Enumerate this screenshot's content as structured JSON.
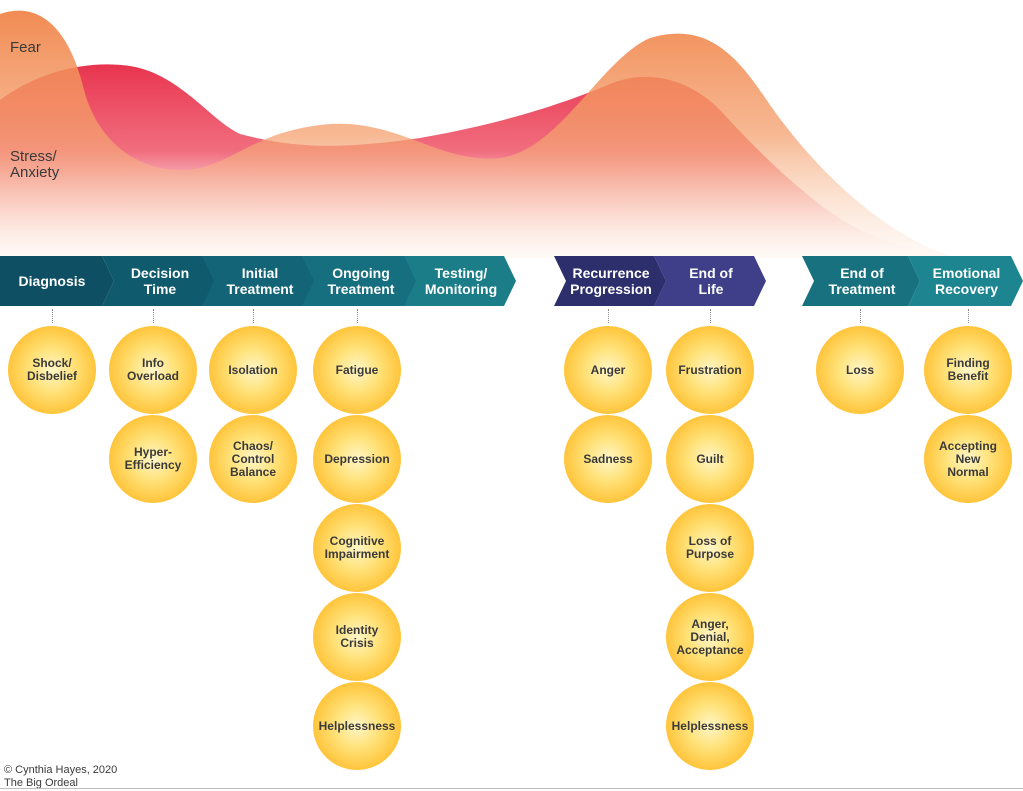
{
  "curves": {
    "fear_label": "Fear",
    "stress_label": "Stress/\nAnxiety",
    "fear_color": "#f0854a",
    "stress_color": "#e8344e"
  },
  "phases": [
    {
      "label": "Diagnosis",
      "color": "#0e4f63"
    },
    {
      "label": "Decision\nTime",
      "color": "#105a6e"
    },
    {
      "label": "Initial\nTreatment",
      "color": "#136477"
    },
    {
      "label": "Ongoing\nTreatment",
      "color": "#166f7f"
    },
    {
      "label": "Testing/\nMonitoring",
      "color": "#1a7d88"
    },
    {
      "label": "Recurrence\nProgression",
      "color": "#2c2f6c"
    },
    {
      "label": "End of\nLife",
      "color": "#3e3f88"
    },
    {
      "label": "End of\nTreatment",
      "color": "#18717f"
    },
    {
      "label": "Emotional\nRecovery",
      "color": "#1d8590"
    }
  ],
  "emotions": [
    [
      "Shock/\nDisbelief"
    ],
    [
      "Info\nOverload",
      "Hyper-\nEfficiency"
    ],
    [
      "Isolation",
      "Chaos/\nControl\nBalance"
    ],
    [
      "Fatigue",
      "Depression",
      "Cognitive\nImpairment",
      "Identity\nCrisis",
      "Helplessness"
    ],
    [],
    [
      "Anger",
      "Sadness"
    ],
    [
      "Frustration",
      "Guilt",
      "Loss of\nPurpose",
      "Anger,\nDenial,\nAcceptance",
      "Helplessness"
    ],
    [
      "Loss"
    ],
    [
      "Finding\nBenefit",
      "Accepting\nNew\nNormal"
    ]
  ],
  "credits": {
    "line1": "© Cynthia Hayes, 2020",
    "line2": "The Big Ordeal"
  }
}
